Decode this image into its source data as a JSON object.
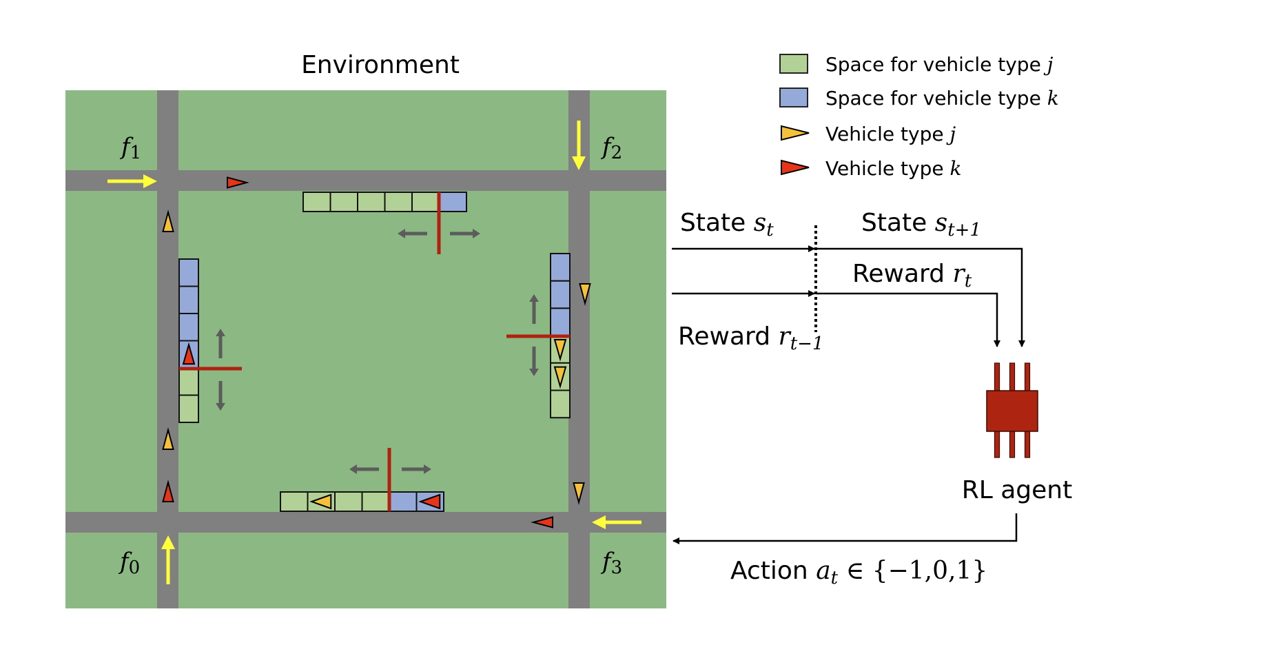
{
  "colors": {
    "grass": "#8cb983",
    "road": "#808080",
    "space_j": "#b2d196",
    "space_k": "#96aad9",
    "vehicle_j": "#f5c03a",
    "vehicle_k": "#e83419",
    "gate": "#b02210",
    "flow_arrow": "#ffff3a",
    "move_arrow": "#5c5c5c",
    "agent": "#ad2410"
  },
  "environment": {
    "title": "Environment",
    "flows": [
      {
        "label": "f",
        "sub": "0"
      },
      {
        "label": "f",
        "sub": "1"
      },
      {
        "label": "f",
        "sub": "2"
      },
      {
        "label": "f",
        "sub": "3"
      }
    ],
    "stacks": {
      "top": {
        "cells": [
          "j",
          "j",
          "j",
          "j",
          "j",
          "k"
        ],
        "vehicles": []
      },
      "left": {
        "cells": [
          "k",
          "k",
          "k",
          "k",
          "j",
          "j"
        ],
        "vehicles": [
          {
            "cell": 3,
            "type": "k"
          }
        ]
      },
      "right": {
        "cells": [
          "k",
          "k",
          "k",
          "j",
          "j",
          "j"
        ],
        "vehicles": [
          {
            "cell": 3,
            "type": "j"
          },
          {
            "cell": 4,
            "type": "j"
          }
        ]
      },
      "bottom": {
        "cells": [
          "j",
          "j",
          "j",
          "j",
          "k",
          "k"
        ],
        "vehicles": [
          {
            "cell": 1,
            "type": "j"
          },
          {
            "cell": 5,
            "type": "k"
          }
        ]
      }
    }
  },
  "legend": [
    {
      "kind": "box",
      "type": "j",
      "text": "Space for vehicle type ",
      "var": "j"
    },
    {
      "kind": "box",
      "type": "k",
      "text": "Space for vehicle type ",
      "var": "k"
    },
    {
      "kind": "vehicle",
      "type": "j",
      "text": "Vehicle type ",
      "var": "j"
    },
    {
      "kind": "vehicle",
      "type": "k",
      "text": "Vehicle type ",
      "var": "k"
    }
  ],
  "signals": {
    "state_t": {
      "text": "State ",
      "var": "s",
      "sub": "t"
    },
    "state_t1": {
      "text": "State ",
      "var": "s",
      "sub": "t+1"
    },
    "reward_t": {
      "text": "Reward ",
      "var": "r",
      "sub": "t"
    },
    "reward_t1": {
      "text": "Reward ",
      "var": "r",
      "sub": "t−1"
    },
    "action": {
      "text": "Action ",
      "var": "a",
      "sub": "t",
      "set": " ∈ {−1,0,1}"
    }
  },
  "agent": {
    "label": "RL agent"
  }
}
